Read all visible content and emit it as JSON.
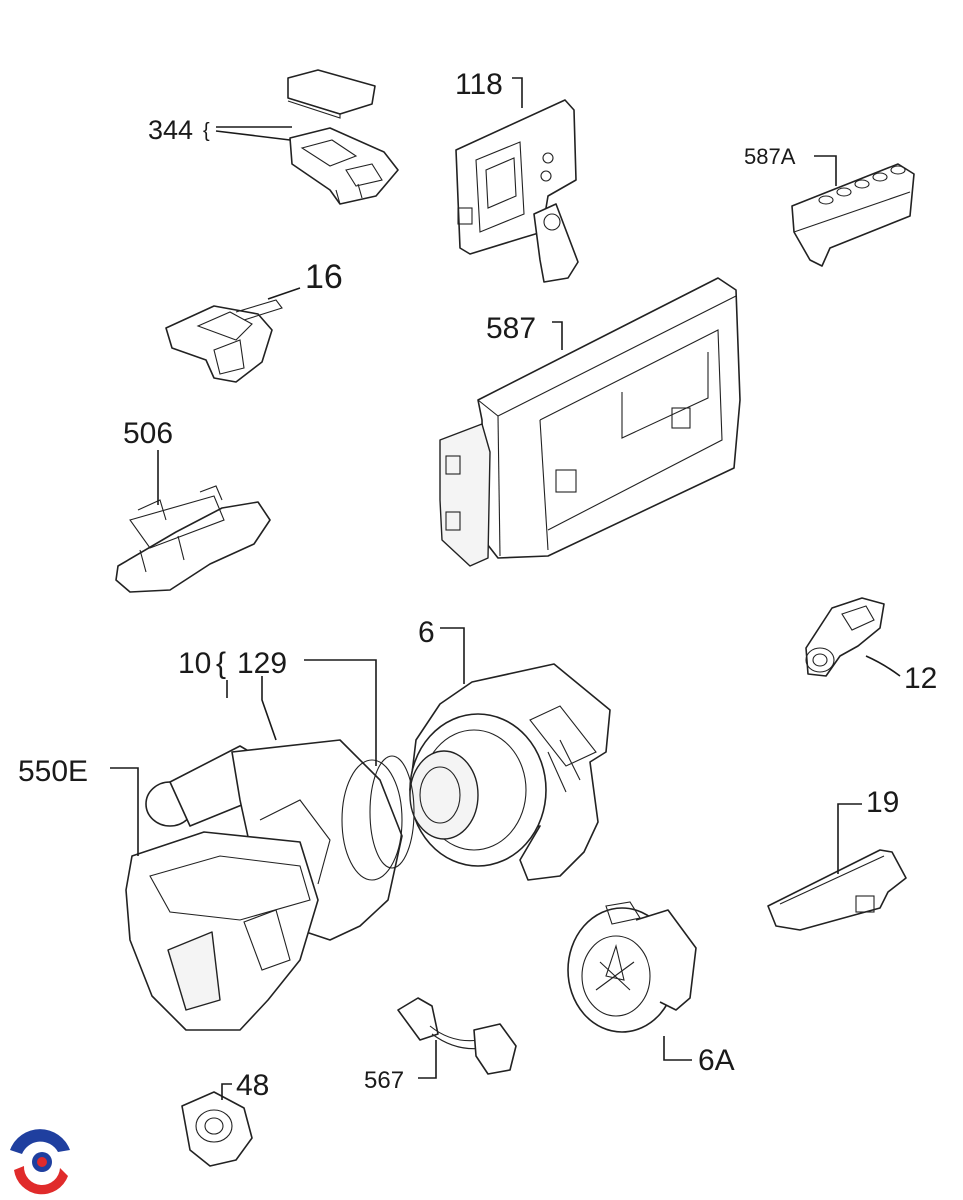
{
  "diagram": {
    "parts": [
      {
        "id": "344",
        "label": "344"
      },
      {
        "id": "118",
        "label": "118"
      },
      {
        "id": "587A",
        "label": "587A"
      },
      {
        "id": "16",
        "label": "16"
      },
      {
        "id": "587",
        "label": "587"
      },
      {
        "id": "506",
        "label": "506"
      },
      {
        "id": "6",
        "label": "6"
      },
      {
        "id": "10",
        "label": "10"
      },
      {
        "id": "129",
        "label": "129"
      },
      {
        "id": "12",
        "label": "12"
      },
      {
        "id": "550E",
        "label": "550E"
      },
      {
        "id": "19",
        "label": "19"
      },
      {
        "id": "567",
        "label": "567"
      },
      {
        "id": "6A",
        "label": "6A"
      },
      {
        "id": "48",
        "label": "48"
      }
    ]
  },
  "logo": {
    "colors": {
      "blue": "#1f3f9f",
      "red": "#e02b2b"
    }
  }
}
